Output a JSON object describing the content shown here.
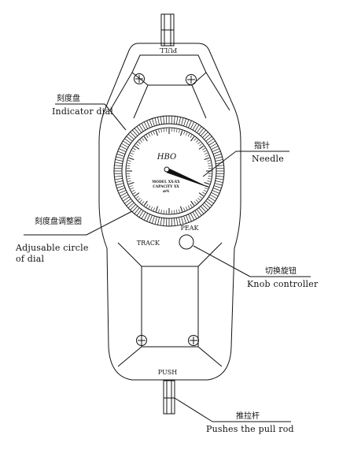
{
  "device": {
    "top_label": "PULL",
    "bottom_label": "PUSH",
    "brand": "HBO",
    "dial_model": "MODEL XX-XX",
    "dial_capacity": "CAPACITY XX",
    "dial_unit": "æN",
    "knob_label_peak": "PEAK",
    "knob_label_track": "TRACK"
  },
  "callouts": {
    "indicator_dial": {
      "cn": "刻度盘",
      "en": "Indicator dial"
    },
    "needle": {
      "cn": "指针",
      "en": "Needle"
    },
    "adjusting_circle": {
      "cn": "刻度盘调整圈",
      "en_line1": "Adjusable circle",
      "en_line2": "of dial"
    },
    "knob_controller": {
      "cn": "切换旋钮",
      "en": "Knob controller"
    },
    "pull_rod": {
      "cn": "推拉杆",
      "en": "Pushes the pull rod"
    }
  },
  "colors": {
    "ink": "#111111",
    "background": "#ffffff"
  }
}
